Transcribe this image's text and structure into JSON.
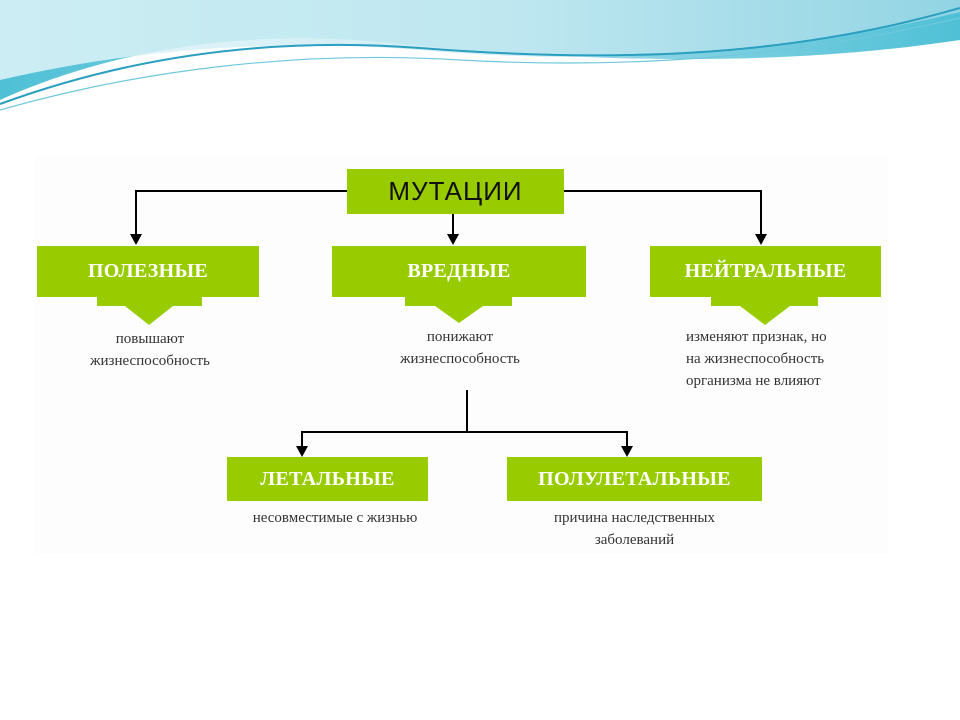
{
  "colors": {
    "box_fill": "#99cc00",
    "line": "#000000",
    "text_dark": "#111111",
    "desc_text": "#333333",
    "header_teal": "#3fb6cf",
    "header_light": "#bfe7ef"
  },
  "root": {
    "label": "МУТАЦИИ"
  },
  "categories": [
    {
      "label": "ПОЛЕЗНЫЕ",
      "description": [
        "повышают",
        "жизнеспособность"
      ]
    },
    {
      "label": "ВРЕДНЫЕ",
      "description": [
        "понижают",
        "жизнеспособность"
      ]
    },
    {
      "label": "НЕЙТРАЛЬНЫЕ",
      "description": [
        "изменяют признак, но",
        "на жизнеспособность",
        "организма не влияют"
      ]
    }
  ],
  "harmful_subtypes": [
    {
      "label": "ЛЕТАЛЬНЫЕ",
      "description": [
        "несовместимые с жизнью"
      ]
    },
    {
      "label": "ПОЛУЛЕТАЛЬНЫЕ",
      "description": [
        "причина наследственных",
        "заболеваний"
      ]
    }
  ]
}
